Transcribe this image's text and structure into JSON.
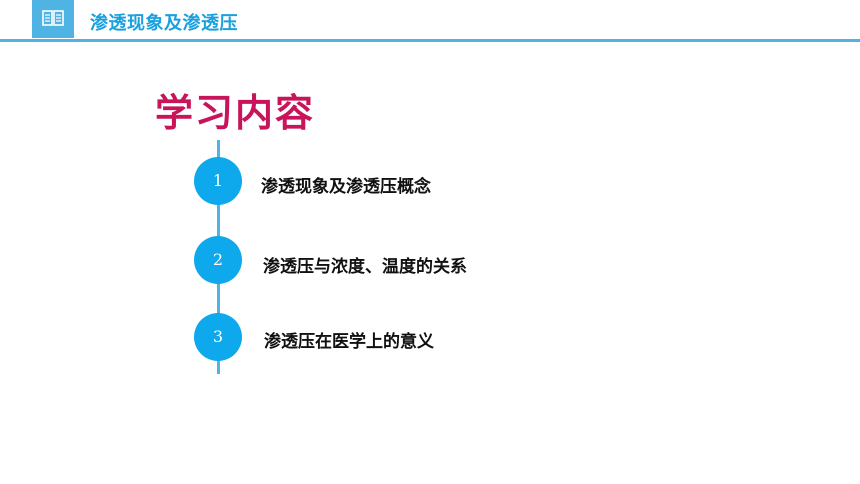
{
  "header": {
    "icon": "book-icon",
    "title": "渗透现象及渗透压"
  },
  "main_title": "学习内容",
  "items": [
    {
      "number": "1",
      "label": "渗透现象及渗透压概念"
    },
    {
      "number": "2",
      "label": "渗透压与浓度、温度的关系"
    },
    {
      "number": "3",
      "label": "渗透压在医学上的意义"
    }
  ],
  "colors": {
    "accent": "#4fb4e3",
    "header_title": "#1aa0dc",
    "node": "#0ea8ec",
    "main_title": "#c8145a",
    "label": "#111111"
  }
}
